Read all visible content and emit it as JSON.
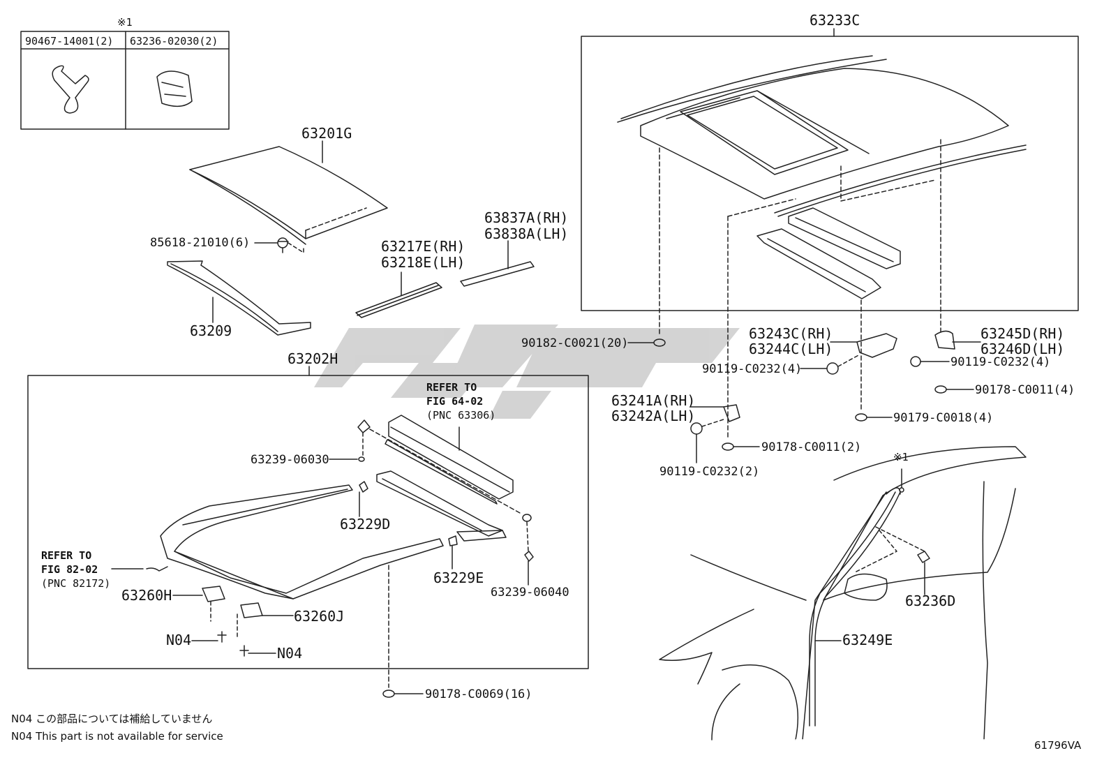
{
  "legend_box": {
    "mark": "※1",
    "part_a": "90467-14001(2)",
    "part_b": "63236-02030(2)"
  },
  "labels": {
    "roof_panel": "63201G",
    "roof_clip": "85618-21010(6)",
    "windshield_header": "63209",
    "deflector_rh": "63217E(RH)",
    "deflector_lh": "63218E(LH)",
    "molding_rh": "63837A(RH)",
    "molding_lh": "63838A(LH)",
    "roof_assembly": "63233C",
    "clip_20": "90182-C0021(20)",
    "bracket_c_rh": "63243C(RH)",
    "bracket_c_lh": "63244C(LH)",
    "nut_4_left": "90119-C0232(4)",
    "bracket_d_rh": "63245D(RH)",
    "bracket_d_lh": "63246D(LH)",
    "nut_4_right": "90119-C0232(4)",
    "clip_4_right": "90178-C0011(4)",
    "clip_4_center": "90179-C0018(4)",
    "bracket_a_rh": "63241A(RH)",
    "bracket_a_lh": "63242A(LH)",
    "clip_2": "90178-C0011(2)",
    "nut_2": "90119-C0232(2)",
    "sunroof_housing": "63202H",
    "refer_64_line1": "REFER TO",
    "refer_64_line2": "FIG 64-02",
    "refer_64_line3": "(PNC 63306)",
    "stopper_upper": "63239-06030",
    "guide_left": "63229D",
    "refer_82_line1": "REFER TO",
    "refer_82_line2": "FIG 82-02",
    "refer_82_line3": "(PNC 82172)",
    "guide_right": "63229E",
    "stopper_lower": "63239-06040",
    "motor_h": "63260H",
    "motor_j": "63260J",
    "n04_upper": "N04",
    "n04_lower": "N04",
    "clip_16": "90178-C0069(16)",
    "drain_mark": "※1",
    "drain_clamp": "63236D",
    "drain_hose": "63249E"
  },
  "notes": {
    "jp": "N04 この部品については補給していません",
    "en": "N04 This part is not available for service"
  },
  "diagram_id": "61796VA"
}
